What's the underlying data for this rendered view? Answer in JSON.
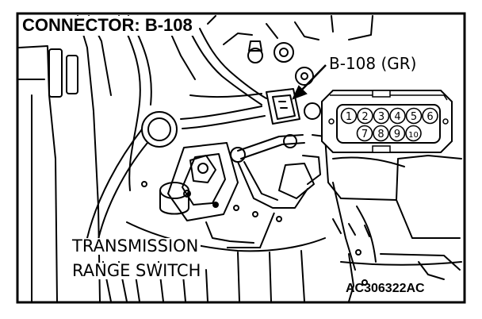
{
  "title": "CONNECTOR: B-108",
  "connector_label": "B-108 (GR)",
  "component_label": {
    "line1": "TRANSMISSION",
    "line2": "RANGE SWITCH"
  },
  "figure_code": "AC306322AC",
  "pins": {
    "top_row": [
      "1",
      "2",
      "3",
      "4",
      "5",
      "6"
    ],
    "bottom_row": [
      "7",
      "8",
      "9",
      "10"
    ]
  },
  "colors": {
    "ink": "#000000",
    "paper": "#ffffff"
  }
}
